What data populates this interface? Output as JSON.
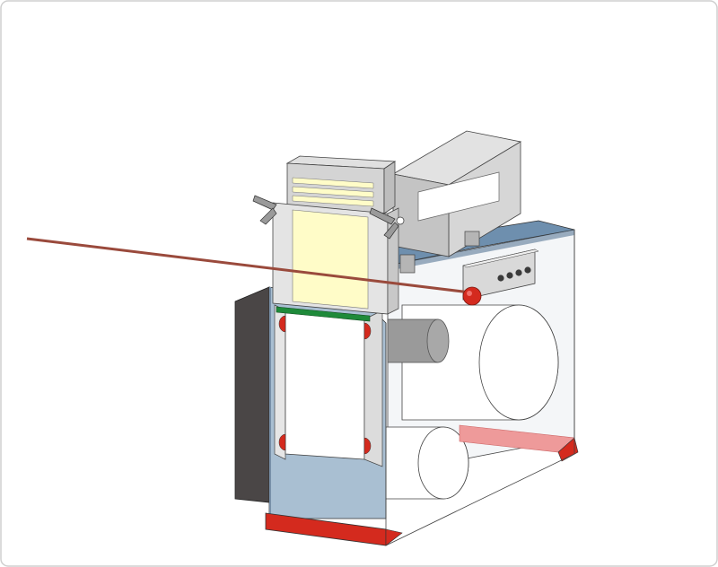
{
  "diagram": {
    "colors": {
      "background": "#ffffff",
      "frame_border": "#cfcfcf",
      "housing_light": "#e8e8e8",
      "housing_mid": "#d2d2d2",
      "housing_dark": "#a8a8a8",
      "outline": "#2a2a2a",
      "top_plate": "#6e8fae",
      "side_panel_blue": "#a9bfd2",
      "dark_side": "#4a4646",
      "paper_cream": "#fffcc8",
      "transparent_body": "#f2f4f6",
      "roller": "#ffffff",
      "shaft": "#9a9a9a",
      "red_rail": "#d42a1e",
      "pink_rail": "#ee9a9a",
      "green_bar": "#1e8a3a",
      "laser_beam": "#9a4a3c",
      "laser_source": "#d42a1e",
      "button_dark": "#3a3a3a"
    },
    "parts": [
      "printer-head-housing",
      "paper-stack-tray",
      "tray-clamp-levers",
      "laser-beam",
      "laser-source",
      "control-panel-buttons",
      "transparent-machine-body",
      "large-drum-roller",
      "lower-roller",
      "drive-shaft",
      "paper-guide-frame",
      "green-feed-bar",
      "red-base-rail",
      "pink-side-rail",
      "dark-side-panel"
    ]
  }
}
